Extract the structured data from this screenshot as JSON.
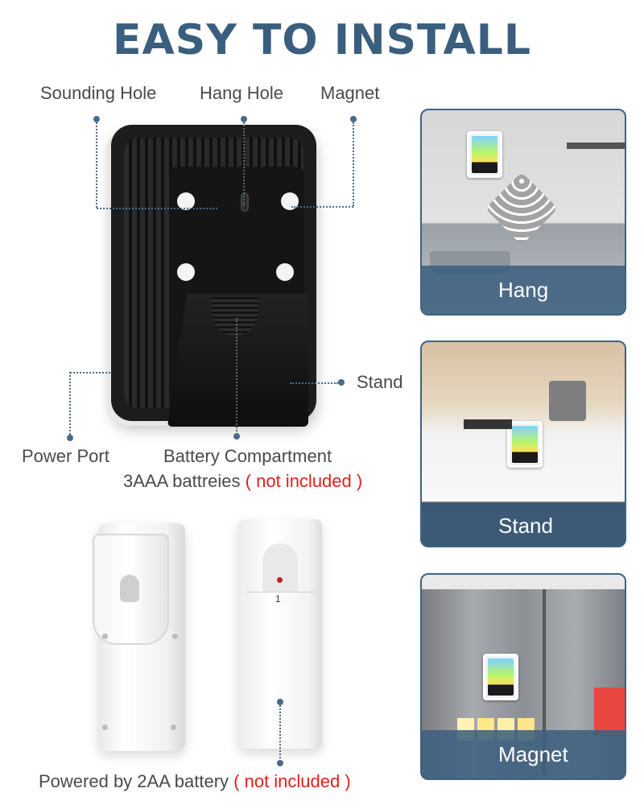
{
  "title": "EASY TO INSTALL",
  "labels": {
    "sounding_hole": "Sounding Hole",
    "hang_hole": "Hang Hole",
    "magnet": "Magnet",
    "stand": "Stand",
    "power_port": "Power Port",
    "battery_compartment": "Battery Compartment",
    "battery_note": "3AAA battreies",
    "battery_note_red": "( not included )",
    "sensor_note": "Powered by 2AA battery",
    "sensor_note_red": "( not included )",
    "sensor_channel": "1"
  },
  "photos": {
    "hang": "Hang",
    "stand": "Stand",
    "magnet": "Magnet"
  },
  "colors": {
    "title": "#3a5e7e",
    "accent": "#3f6282",
    "highlight": "#e0201c"
  }
}
